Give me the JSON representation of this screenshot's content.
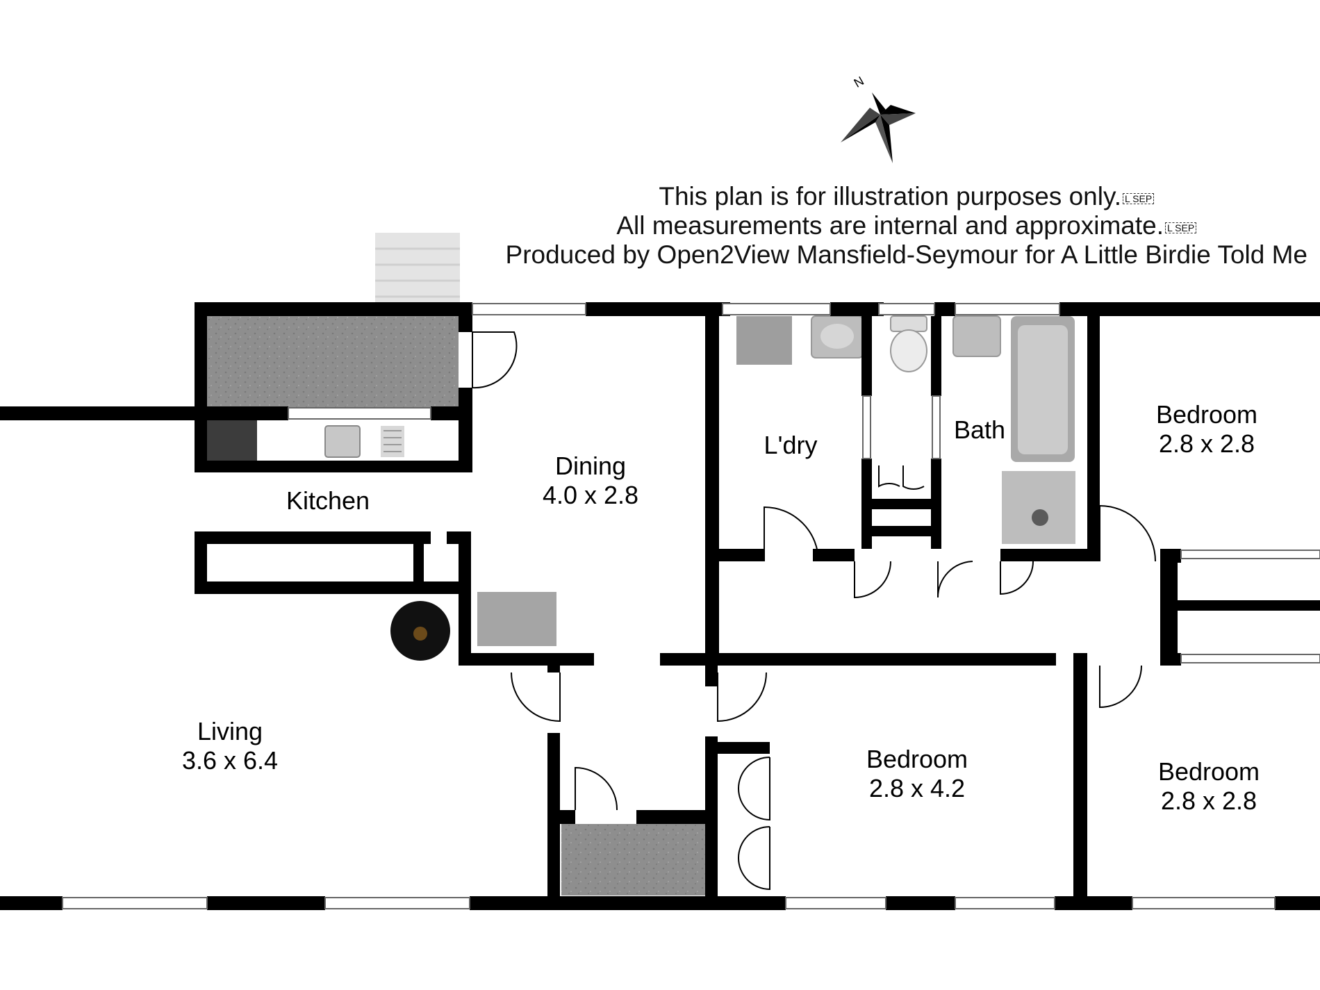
{
  "compass": {
    "north_label": "N"
  },
  "disclaimer": {
    "line1": "This plan is for illustration purposes only.",
    "line2": "All measurements are internal and approximate.",
    "line3": "Produced by Open2View Mansfield-Seymour for A Little Birdie Told Me",
    "sep_glyph": "L SEP"
  },
  "rooms": {
    "kitchen": {
      "name": "Kitchen"
    },
    "dining": {
      "name": "Dining",
      "size": "4.0 x 2.8"
    },
    "laundry": {
      "name": "L'dry"
    },
    "bath": {
      "name": "Bath"
    },
    "bedroom_ne": {
      "name": "Bedroom",
      "size": "2.8 x 2.8"
    },
    "living": {
      "name": "Living",
      "size": "3.6 x 6.4"
    },
    "bedroom_s": {
      "name": "Bedroom",
      "size": "2.8 x 4.2"
    },
    "bedroom_se": {
      "name": "Bedroom",
      "size": "2.8 x 2.8"
    }
  },
  "colors": {
    "wall": "#000000",
    "floor_tile": "#8c8c8c",
    "fixture": "#bdbdbd",
    "background": "#ffffff"
  }
}
